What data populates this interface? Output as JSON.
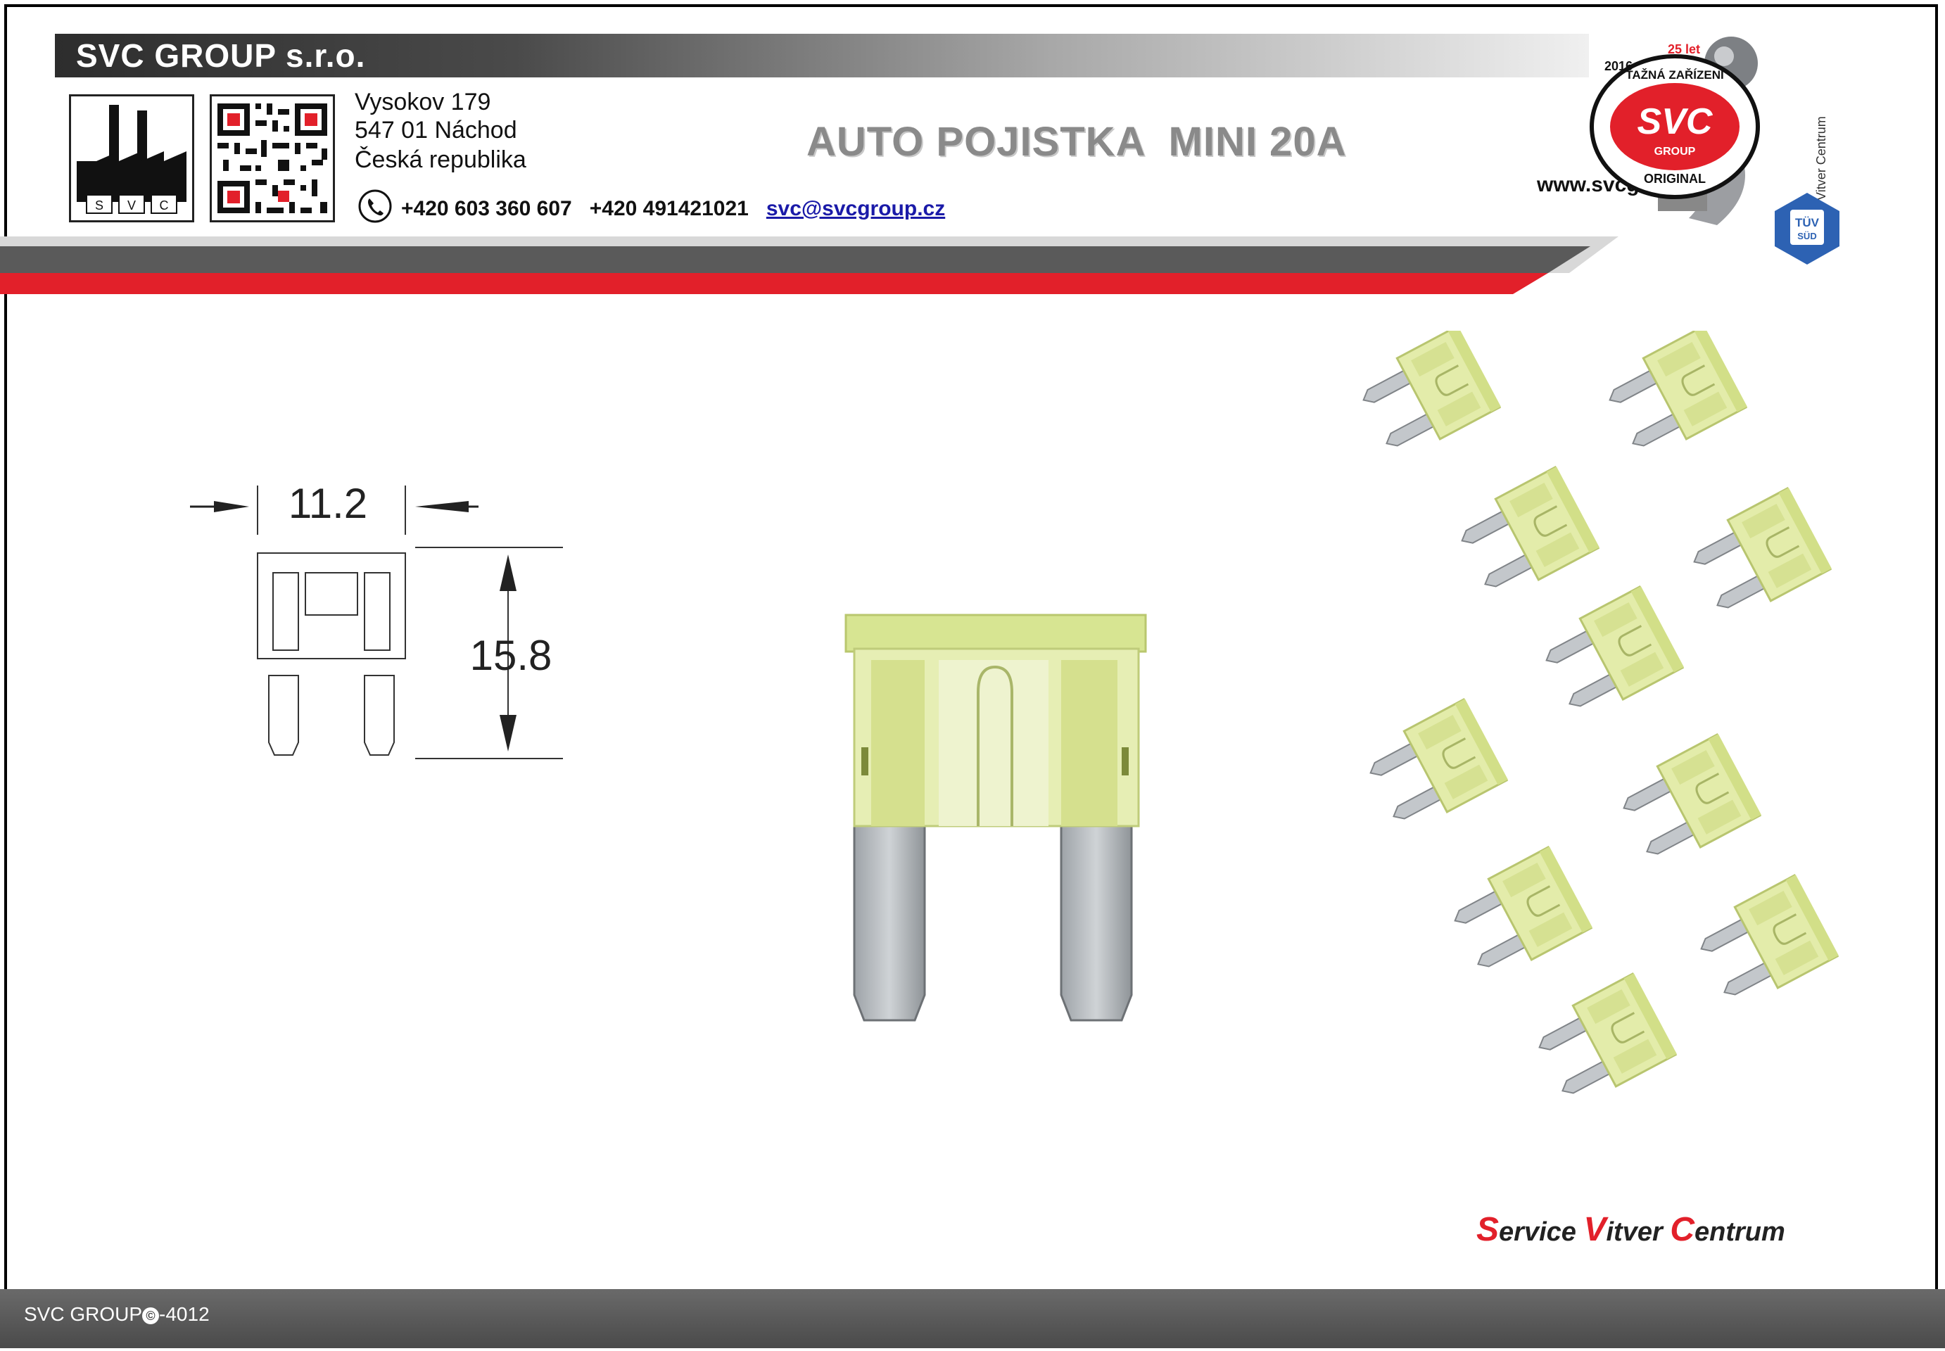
{
  "header": {
    "company_name": "SVC GROUP s.r.o.",
    "address_line1": "Vysokov 179",
    "address_line2": "547 01 Náchod",
    "address_line3": "Česká republika",
    "phone1": "+420 603 360 607",
    "phone2": "+420 491421021",
    "email": "svc@svcgroup.cz",
    "website": "www.svcgroup.cz",
    "logo_letters": [
      "S",
      "V",
      "C"
    ]
  },
  "badge": {
    "years": "2016",
    "anniversary": "25 let",
    "top_text": "TAŽNÁ ZAŘÍZENÍ",
    "brand": "SVC",
    "group": "GROUP",
    "bottom_text": "ORIGINAL",
    "side_text": "Servis Vitver Centrum",
    "tuv_line1": "TÜV",
    "tuv_line2": "SÜD"
  },
  "document": {
    "title": "AUTO POJISTKA  MINI 20A",
    "width_dimension": "11.2",
    "height_dimension": "15.8"
  },
  "brand_tagline": {
    "word1_initial": "S",
    "word1_rest": "ervice",
    "word2_initial": "V",
    "word2_rest": "itver",
    "word3_initial": "C",
    "word3_rest": "entrum"
  },
  "footer": {
    "code_prefix": "SVC GROUP",
    "code_suffix": "-4012"
  },
  "colors": {
    "accent_red": "#e2202a",
    "fuse_green": "#dfe9a2",
    "blade_grey": "#b8bcc0",
    "title_grey": "#8a8a8a"
  }
}
